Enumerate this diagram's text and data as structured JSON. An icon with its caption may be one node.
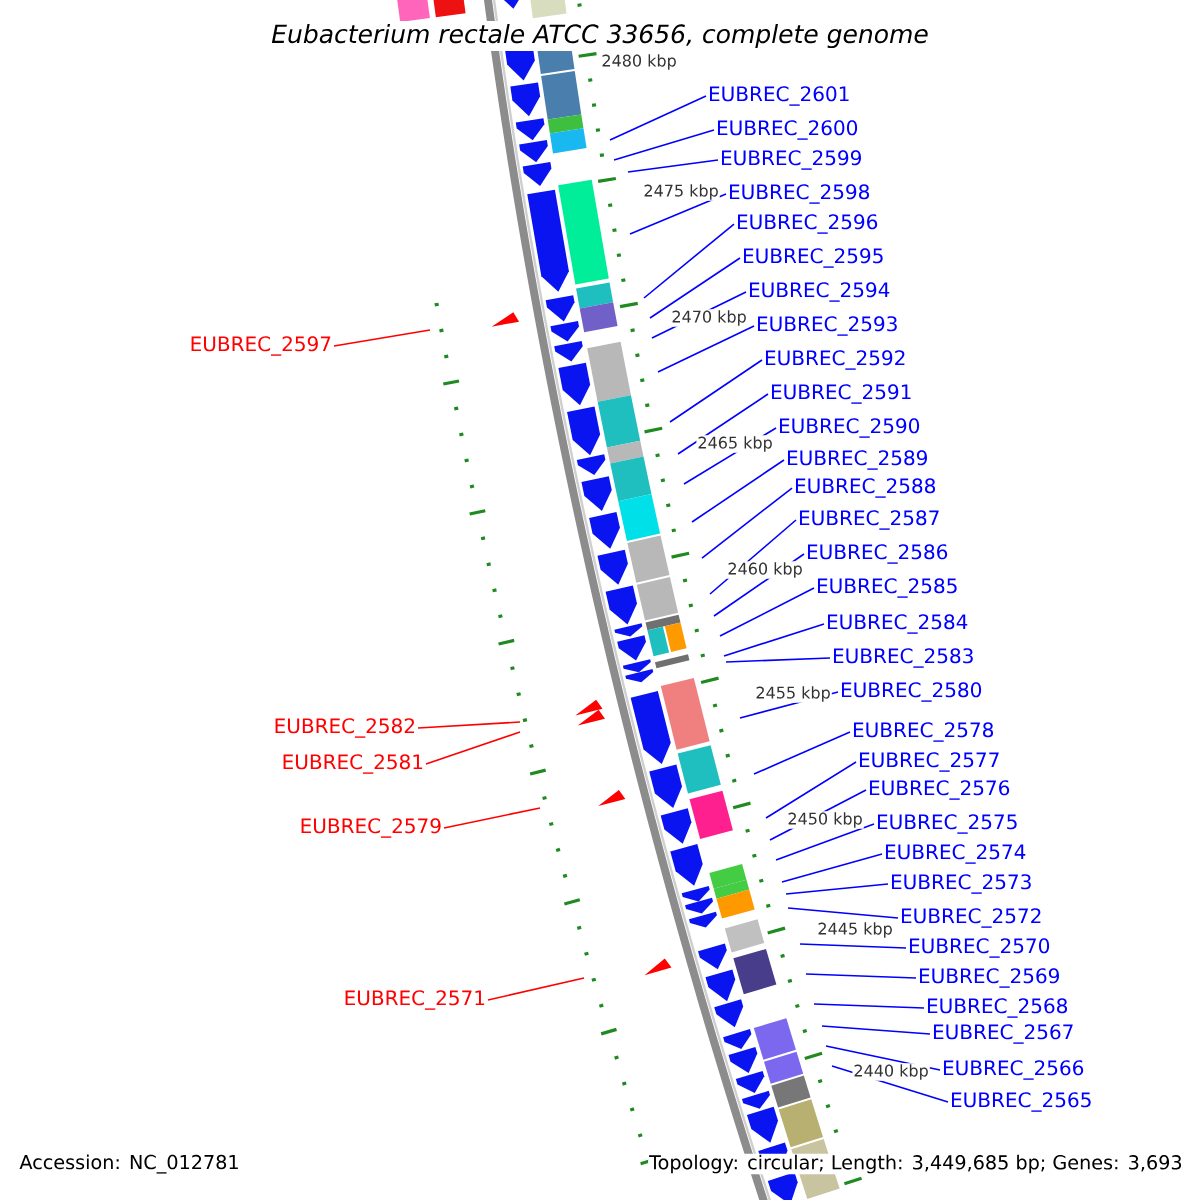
{
  "diagram": {
    "title": "Eubacterium rectale ATCC 33656, complete genome",
    "nodes": [
      {
        "text": [
          "EUBREC_2601"
        ]
      },
      {
        "text": [
          "EUBREC_2600"
        ]
      },
      {
        "text": [
          "EUBREC_2599"
        ]
      },
      {
        "text": [
          "EUBREC_2598"
        ]
      },
      {
        "text": [
          "EUBREC_2596"
        ]
      },
      {
        "text": [
          "EUBREC_2595"
        ]
      },
      {
        "text": [
          "EUBREC_2594"
        ]
      },
      {
        "text": [
          "EUBREC_2593"
        ]
      },
      {
        "text": [
          "EUBREC_2592"
        ]
      },
      {
        "text": [
          "EUBREC_2591"
        ]
      },
      {
        "text": [
          "EUBREC_2590"
        ]
      },
      {
        "text": [
          "EUBREC_2589"
        ]
      },
      {
        "text": [
          "EUBREC_2588"
        ]
      },
      {
        "text": [
          "EUBREC_2587"
        ]
      },
      {
        "text": [
          "EUBREC_2586"
        ]
      },
      {
        "text": [
          "EUBREC_2585"
        ]
      },
      {
        "text": [
          "EUBREC_2584"
        ]
      },
      {
        "text": [
          "EUBREC_2583"
        ]
      },
      {
        "text": [
          "EUBREC_2580"
        ]
      },
      {
        "text": [
          "EUBREC_2578"
        ]
      },
      {
        "text": [
          "EUBREC_2577"
        ]
      },
      {
        "text": [
          "EUBREC_2576"
        ]
      },
      {
        "text": [
          "EUBREC_2575"
        ]
      },
      {
        "text": [
          "EUBREC_2574"
        ]
      },
      {
        "text": [
          "EUBREC_2573"
        ]
      },
      {
        "text": [
          "EUBREC_2572"
        ]
      },
      {
        "text": [
          "EUBREC_2570"
        ]
      },
      {
        "text": [
          "EUBREC_2569"
        ]
      },
      {
        "text": [
          "EUBREC_2568"
        ]
      },
      {
        "text": [
          "EUBREC_2567"
        ]
      },
      {
        "text": [
          "EUBREC_2566"
        ]
      },
      {
        "text": [
          "EUBREC_2565"
        ]
      },
      {
        "text": [
          "EUBREC_2597"
        ]
      },
      {
        "text": [
          "EUBREC_2582"
        ]
      },
      {
        "text": [
          "EUBREC_2581"
        ]
      },
      {
        "text": [
          "EUBREC_2579"
        ]
      },
      {
        "text": [
          "EUBREC_2571"
        ]
      }
    ],
    "edges": [
      {
        "from": 0,
        "to": null,
        "arrow": "none"
      },
      {
        "from": 1,
        "to": null,
        "arrow": "none"
      },
      {
        "from": 2,
        "to": null,
        "arrow": "none"
      },
      {
        "from": 3,
        "to": null,
        "arrow": "none"
      },
      {
        "from": 4,
        "to": null,
        "arrow": "none"
      },
      {
        "from": 5,
        "to": null,
        "arrow": "none"
      },
      {
        "from": 6,
        "to": null,
        "arrow": "none"
      },
      {
        "from": 7,
        "to": null,
        "arrow": "none"
      },
      {
        "from": 8,
        "to": null,
        "arrow": "none"
      },
      {
        "from": 9,
        "to": null,
        "arrow": "none"
      },
      {
        "from": 10,
        "to": null,
        "arrow": "none"
      },
      {
        "from": 11,
        "to": null,
        "arrow": "none"
      },
      {
        "from": 12,
        "to": null,
        "arrow": "none"
      },
      {
        "from": 13,
        "to": null,
        "arrow": "none"
      },
      {
        "from": 14,
        "to": null,
        "arrow": "none"
      },
      {
        "from": 15,
        "to": null,
        "arrow": "none"
      },
      {
        "from": 16,
        "to": null,
        "arrow": "none"
      },
      {
        "from": 17,
        "to": null,
        "arrow": "none"
      },
      {
        "from": 18,
        "to": null,
        "arrow": "none"
      },
      {
        "from": 19,
        "to": null,
        "arrow": "none"
      },
      {
        "from": 20,
        "to": null,
        "arrow": "none"
      },
      {
        "from": 21,
        "to": null,
        "arrow": "none"
      },
      {
        "from": 22,
        "to": null,
        "arrow": "none"
      },
      {
        "from": 23,
        "to": null,
        "arrow": "none"
      },
      {
        "from": 24,
        "to": null,
        "arrow": "none"
      },
      {
        "from": 25,
        "to": null,
        "arrow": "none"
      },
      {
        "from": 26,
        "to": null,
        "arrow": "none"
      },
      {
        "from": 27,
        "to": null,
        "arrow": "none"
      },
      {
        "from": 28,
        "to": null,
        "arrow": "none"
      },
      {
        "from": 29,
        "to": null,
        "arrow": "none"
      },
      {
        "from": 30,
        "to": null,
        "arrow": "none"
      },
      {
        "from": 31,
        "to": null,
        "arrow": "none"
      },
      {
        "from": 32,
        "to": null,
        "arrow": "none",
        "color": "#ff0000"
      },
      {
        "from": 33,
        "to": null,
        "arrow": "none",
        "color": "#ff0000"
      },
      {
        "from": 34,
        "to": null,
        "arrow": "none",
        "color": "#ff0000"
      },
      {
        "from": 35,
        "to": null,
        "arrow": "none",
        "color": "#ff0000"
      },
      {
        "from": 36,
        "to": null,
        "arrow": "none",
        "color": "#ff0000"
      }
    ],
    "labels": [
      "2480 kbp",
      "2475 kbp",
      "2470 kbp",
      "2465 kbp",
      "2460 kbp",
      "2455 kbp",
      "2450 kbp",
      "2445 kbp",
      "2440 kbp",
      "Accession: NC_012781",
      "Topology: circular; Length: 3,449,685 bp; Genes: 3,693"
    ]
  }
}
